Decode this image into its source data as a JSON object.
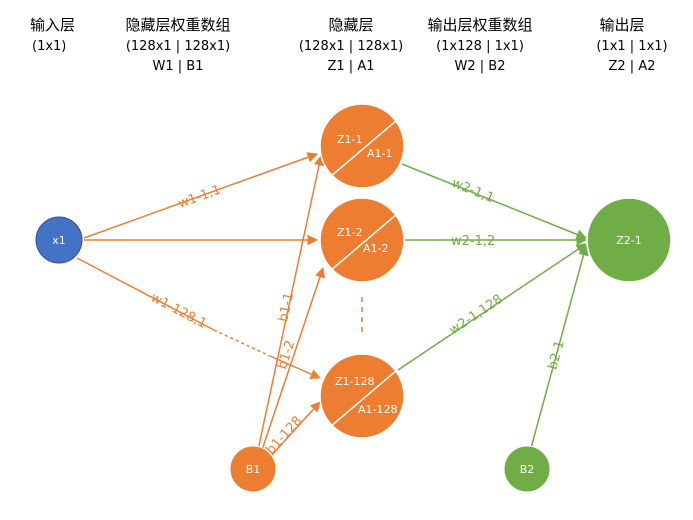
{
  "colors": {
    "orange": "#ed7d31",
    "orange_stroke": "#c9651f",
    "green": "#70ad47",
    "green_stroke": "#5a8f38",
    "blue": "#4472c4",
    "blue_stroke": "#2f5597",
    "node_edge": "#ffffff"
  },
  "headers": {
    "input": {
      "title": "输入层",
      "lines": [
        "(1x1)"
      ]
    },
    "hidden_weights": {
      "title": "隐藏层权重数组",
      "lines": [
        "(128x1 | 128x1)",
        "W1 | B1"
      ]
    },
    "hidden": {
      "title": "隐藏层",
      "lines": [
        "(128x1 | 128x1)",
        "Z1 | A1"
      ]
    },
    "output_weights": {
      "title": "输出层权重数组",
      "lines": [
        "(1x128 | 1x1)",
        "W2 | B2"
      ]
    },
    "output": {
      "title": "输出层",
      "lines": [
        "(1x1 | 1x1)",
        "Z2 | A2"
      ]
    }
  },
  "nodes": {
    "x1": {
      "label": "x1"
    },
    "h1": {
      "z": "Z1-1",
      "a": "A1-1"
    },
    "h2": {
      "z": "Z1-2",
      "a": "A1-2"
    },
    "h128": {
      "z": "Z1-128",
      "a": "A1-128"
    },
    "b1": {
      "label": "B1"
    },
    "b2": {
      "label": "B2"
    },
    "z2": {
      "label": "Z2-1"
    }
  },
  "edges": {
    "w1_1": "w1-1,1",
    "w1_128": "w1-128,1",
    "b1_1": "b1-1",
    "b1_2": "b1-2",
    "b1_128": "b1-128",
    "w2_1": "w2-1,1",
    "w2_2": "w2-1,2",
    "w2_128": "w2-1,128",
    "b2_1": "b2-1"
  }
}
